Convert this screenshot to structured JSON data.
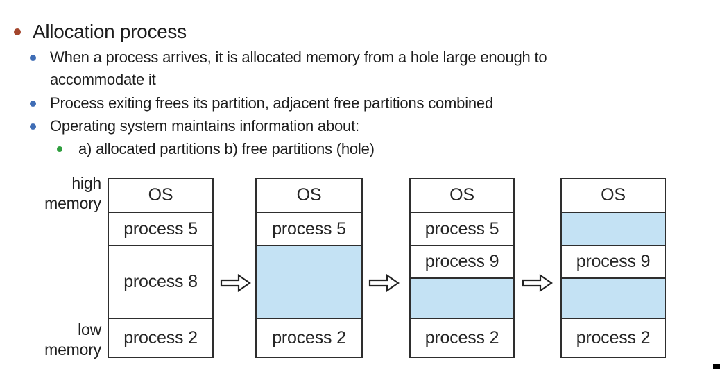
{
  "theme": {
    "colors": {
      "page-bg": "#ffffff",
      "text": "#1d1d1d",
      "title-bullet": "#a3452c",
      "sub-bullet": "#3f6db5",
      "subsub-bullet": "#2f9e3e",
      "free-fill": "#c4e2f4",
      "box-border": "#2e2e2e",
      "corner-mark": "#000000"
    }
  },
  "content": {
    "title": "Allocation process",
    "bullets": [
      {
        "level": 2,
        "text": "When a process arrives, it is allocated memory from a hole large enough to accommodate it"
      },
      {
        "level": 2,
        "text": "Process exiting frees its partition, adjacent free partitions combined"
      },
      {
        "level": 2,
        "text": "Operating system maintains information about:"
      },
      {
        "level": 3,
        "text": "a) allocated partitions b) free partitions (hole)"
      }
    ]
  },
  "diagram": {
    "axis_labels": {
      "high_line1": "high",
      "high_line2": "memory",
      "low_line1": "low",
      "low_line2": "memory"
    },
    "columns": [
      {
        "stage": 1,
        "cells": [
          {
            "label": "OS",
            "type": "os"
          },
          {
            "label": "process 5",
            "type": "allocated"
          },
          {
            "label": "process 8",
            "type": "allocated"
          },
          {
            "label": "process 2",
            "type": "allocated"
          }
        ]
      },
      {
        "stage": 2,
        "cells": [
          {
            "label": "OS",
            "type": "os"
          },
          {
            "label": "process 5",
            "type": "allocated"
          },
          {
            "label": "",
            "type": "free"
          },
          {
            "label": "process 2",
            "type": "allocated"
          }
        ]
      },
      {
        "stage": 3,
        "cells": [
          {
            "label": "OS",
            "type": "os"
          },
          {
            "label": "process 5",
            "type": "allocated"
          },
          {
            "label": "process 9",
            "type": "allocated"
          },
          {
            "label": "",
            "type": "free"
          },
          {
            "label": "process 2",
            "type": "allocated"
          }
        ]
      },
      {
        "stage": 4,
        "cells": [
          {
            "label": "OS",
            "type": "os"
          },
          {
            "label": "",
            "type": "free"
          },
          {
            "label": "process 9",
            "type": "allocated"
          },
          {
            "label": "",
            "type": "free"
          },
          {
            "label": "process 2",
            "type": "allocated"
          }
        ]
      }
    ]
  }
}
